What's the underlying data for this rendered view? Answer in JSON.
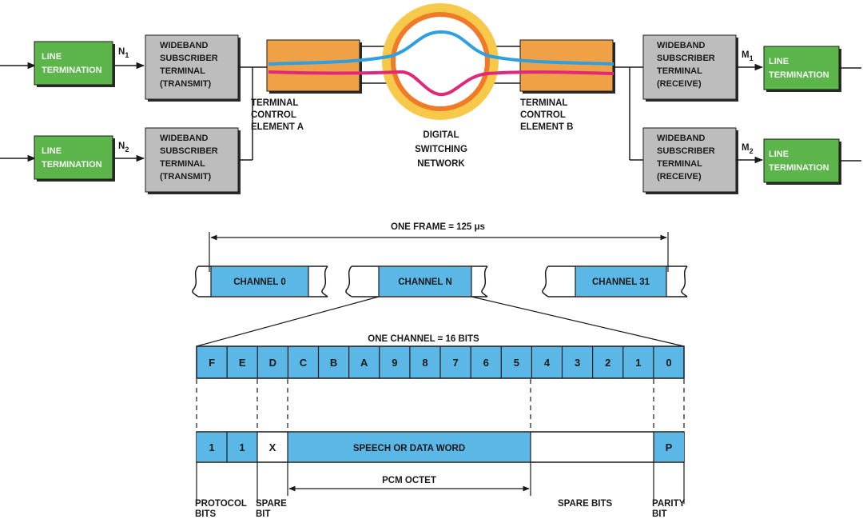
{
  "colors": {
    "green": "#5cb54a",
    "gray": "#bdbdbd",
    "orange": "#f0a045",
    "blue": "#5bb8e6",
    "blue_line": "#2f9fe0",
    "magenta": "#e0287a",
    "ring_outer": "#f7c94a",
    "ring_inner": "#f07a28",
    "black": "#1a1a1a"
  },
  "network": {
    "line_termination": [
      "LINE",
      "TERMINATION"
    ],
    "wideband_transmit": [
      "WIDEBAND",
      "SUBSCRIBER",
      "TERMINAL",
      "(TRANSMIT)"
    ],
    "wideband_receive": [
      "WIDEBAND",
      "SUBSCRIBER",
      "TERMINAL",
      "(RECEIVE)"
    ],
    "tce_a": [
      "TERMINAL",
      "CONTROL",
      "ELEMENT A"
    ],
    "tce_b": [
      "TERMINAL",
      "CONTROL",
      "ELEMENT B"
    ],
    "dsn": [
      "DIGITAL",
      "SWITCHING",
      "NETWORK"
    ],
    "n1": {
      "base": "N",
      "sub": "1"
    },
    "n2": {
      "base": "N",
      "sub": "2"
    },
    "m1": {
      "base": "M",
      "sub": "1"
    },
    "m2": {
      "base": "M",
      "sub": "2"
    }
  },
  "frame": {
    "title": "ONE FRAME = 125 μs",
    "channels": [
      "CHANNEL 0",
      "CHANNEL N",
      "CHANNEL 31"
    ]
  },
  "channel": {
    "title": "ONE CHANNEL = 16 BITS",
    "bits": [
      "F",
      "E",
      "D",
      "C",
      "B",
      "A",
      "9",
      "8",
      "7",
      "6",
      "5",
      "4",
      "3",
      "2",
      "1",
      "0"
    ]
  },
  "word": {
    "protocol_bits": [
      "1",
      "1"
    ],
    "spare_bit": "X",
    "speech_data": "SPEECH OR DATA WORD",
    "parity": "P",
    "pcm_octet": "PCM OCTET",
    "labels": {
      "protocol": [
        "PROTOCOL",
        "BITS"
      ],
      "spare": [
        "SPARE",
        "BIT"
      ],
      "spare_bits": "SPARE BITS",
      "parity": [
        "PARITY",
        "BIT"
      ]
    }
  }
}
